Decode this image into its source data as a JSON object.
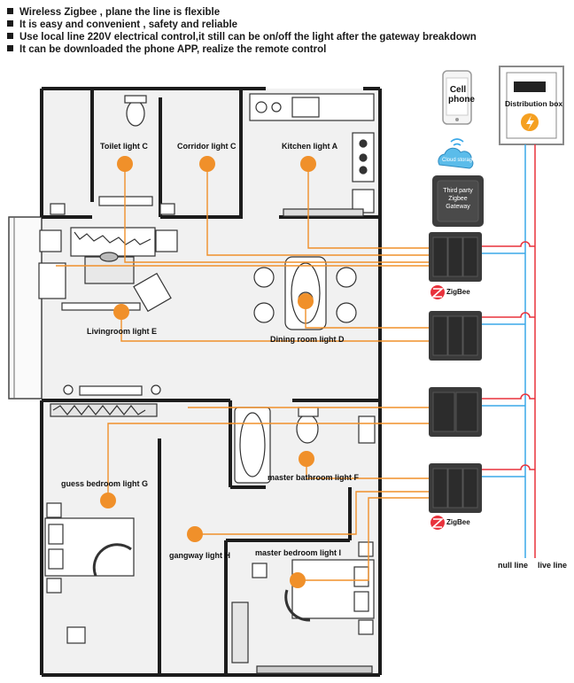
{
  "features": [
    "Wireless Zigbee , plane the line is flexible",
    "It is easy and convenient  , safety and reliable",
    "Use local line 220V electrical control,it still can be on/off the light after the gateway breakdown",
    "It can be downloaded the phone APP, realize the remote control"
  ],
  "devices": {
    "phone": "Cell phone",
    "cloud": "Cloud storage",
    "gateway": "Third party Zigbee Gateway",
    "distribution_box": "Distribution box",
    "zigbee_logo": "ZigBee"
  },
  "lights": {
    "toilet": "Toilet light C",
    "corridor": "Corridor light C",
    "kitchen": "Kitchen light A",
    "livingroom": "Livingroom light E",
    "dining": "Dining room light D",
    "bathroom": "master bathroom light F",
    "guest": "guess bedroom light G",
    "gangway": "gangway light H",
    "master": "master bedroom light I"
  },
  "lines": {
    "null": "null line",
    "live": "live line"
  },
  "colors": {
    "wire": "#f0902a",
    "light": "#f0902a",
    "live": "#e8323c",
    "null": "#3aa8e8",
    "switch": "#3a3a3a",
    "wall": "#1c1c1c",
    "floor": "#f1f1f1"
  }
}
